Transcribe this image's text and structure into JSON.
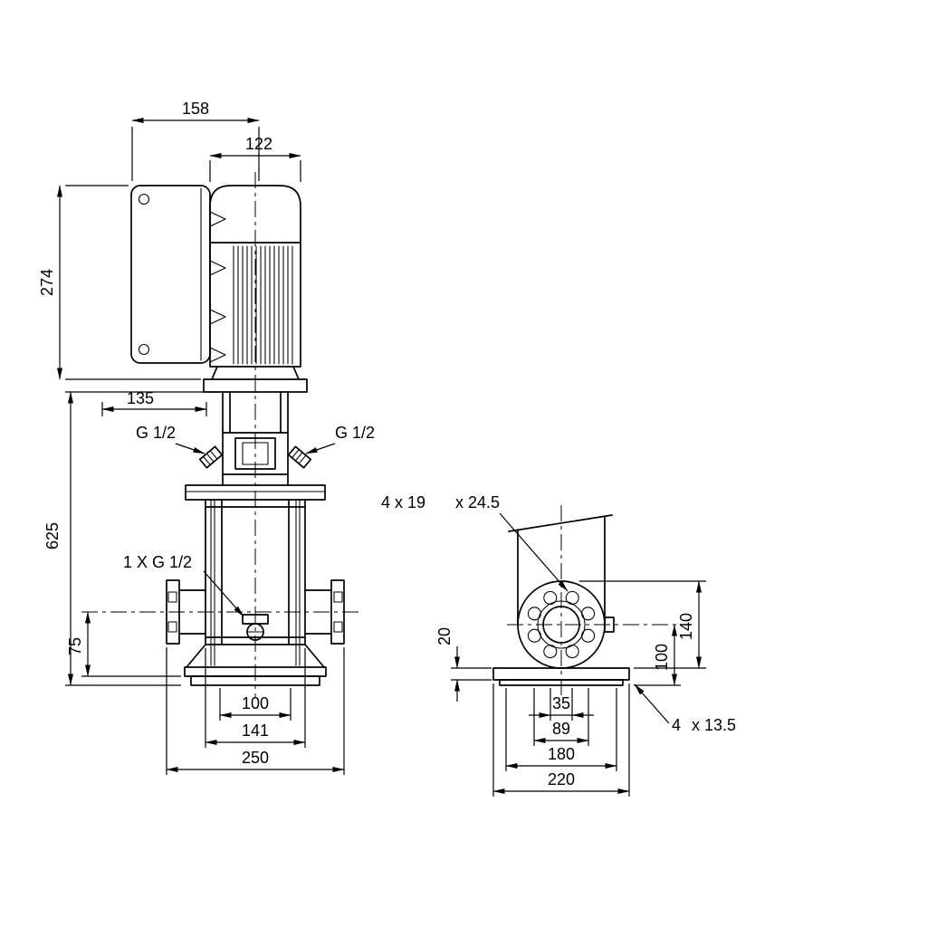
{
  "drawing": {
    "background": "#ffffff",
    "stroke_color": "#000000",
    "side_view": {
      "dims": {
        "d158": "158",
        "d122": "122",
        "d274": "274",
        "d135": "135",
        "d625": "625",
        "d75": "75",
        "d100": "100",
        "d141": "141",
        "d250": "250"
      },
      "ports": {
        "left": "G 1/2",
        "right": "G 1/2",
        "drain": "1 X G 1/2"
      }
    },
    "end_view": {
      "dims": {
        "d100": "100",
        "d140": "140",
        "d20": "20",
        "d35": "35",
        "d89": "89",
        "d180": "180",
        "d220": "220"
      },
      "notes": {
        "flange_holes_a": "4 x 19",
        "flange_holes_b": "x 24.5",
        "base_holes_a": "4",
        "base_holes_b": "x 13.5"
      }
    }
  }
}
